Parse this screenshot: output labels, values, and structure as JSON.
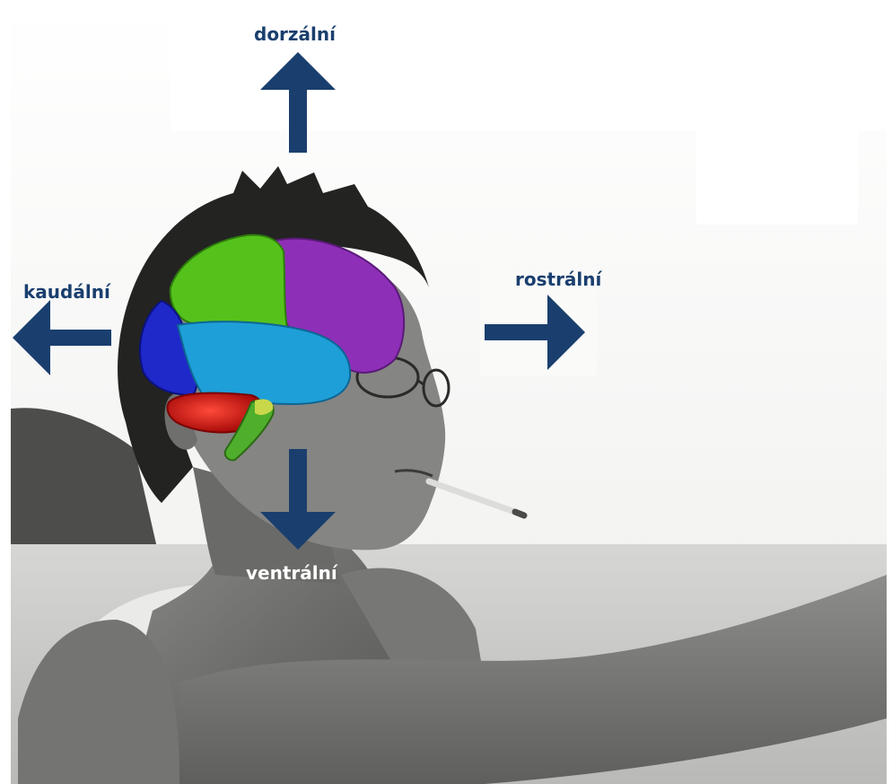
{
  "directions": {
    "dorsal": "dorzální",
    "caudal": "kaudální",
    "rostral": "rostrální",
    "ventral": "ventrální"
  },
  "colors": {
    "arrow": "#1a3f6e",
    "label_dark": "#1a3f6e",
    "label_light": "#ffffff",
    "frontal_lobe": "#8e2fb8",
    "parietal_lobe": "#55c21c",
    "occipital_lobe": "#1f28c9",
    "temporal_lobe": "#1e9fd8",
    "cerebellum": "#d81414",
    "brainstem": "#4fae2b"
  }
}
